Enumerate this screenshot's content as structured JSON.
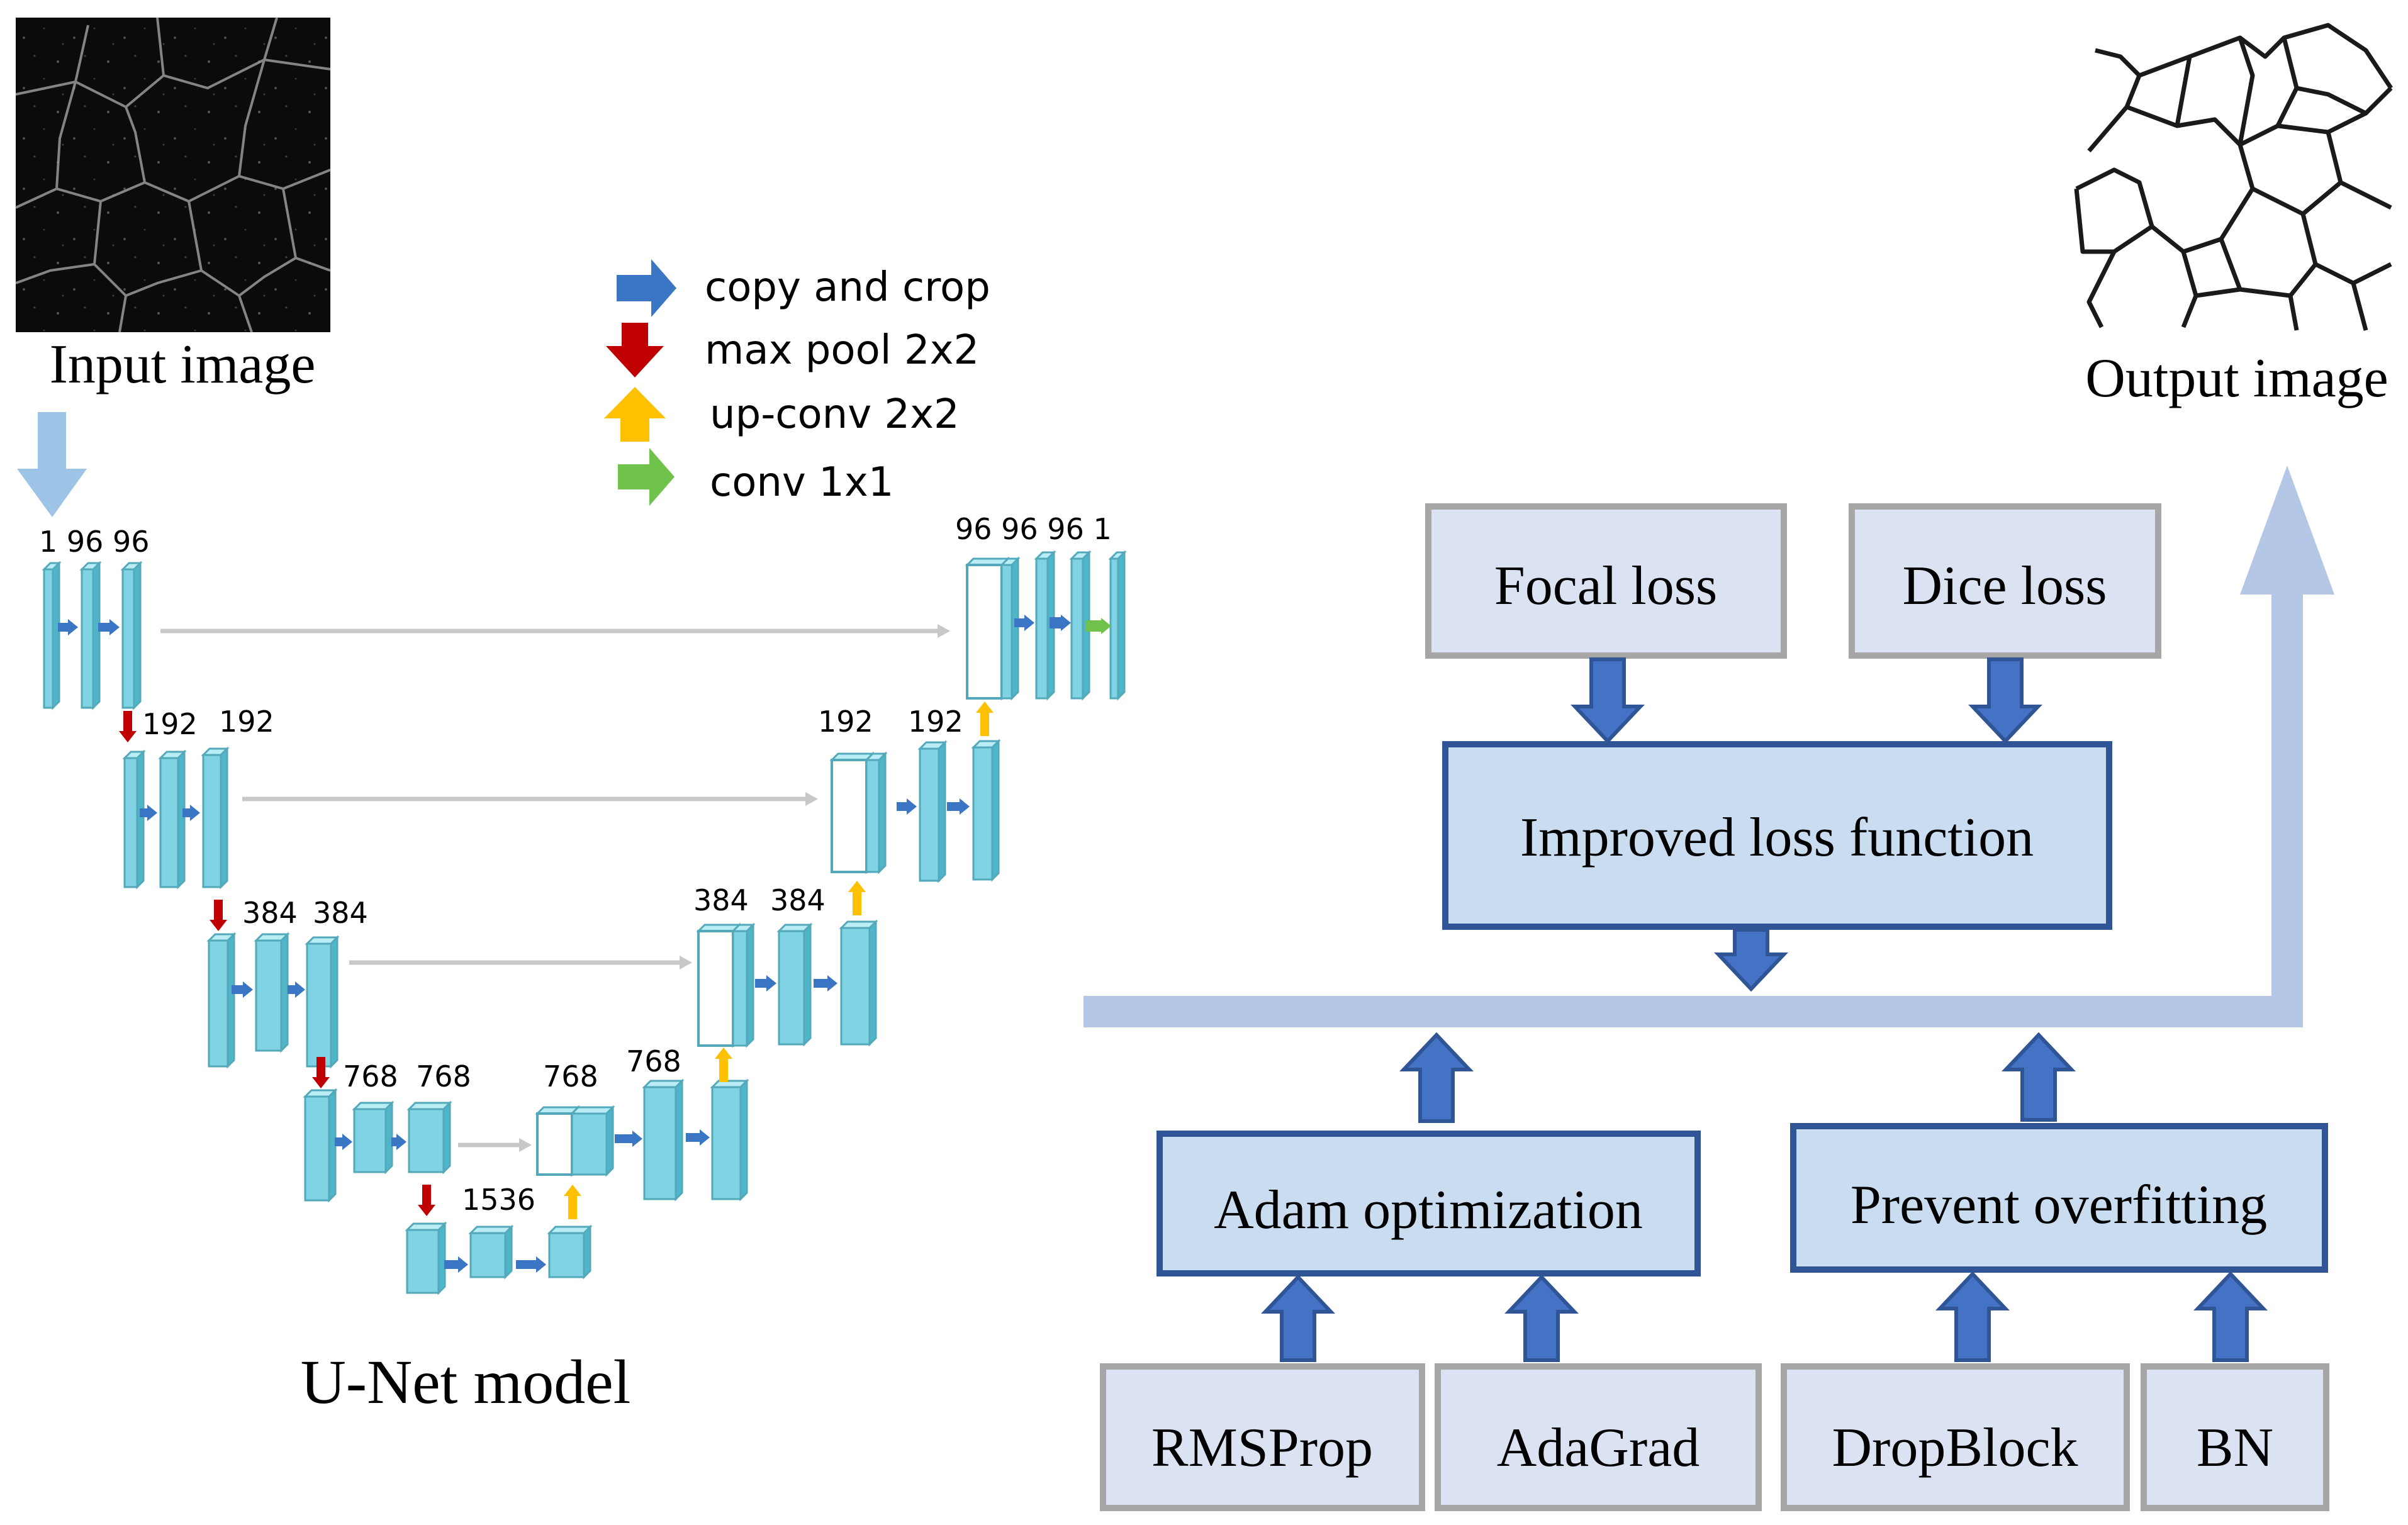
{
  "images": {
    "input_label": "Input image",
    "output_label": "Output image"
  },
  "legend": [
    {
      "label": "copy and crop",
      "color": "#3a76c4"
    },
    {
      "label": "max pool 2x2",
      "color": "#c00000"
    },
    {
      "label": "up-conv 2x2",
      "color": "#ffc000"
    },
    {
      "label": "conv 1x1",
      "color": "#70c34a"
    }
  ],
  "unet": {
    "title": "U-Net model",
    "channels": {
      "l1_left": "1 96 96",
      "l1_right": "96 96 96 1",
      "l2_left_a": "192",
      "l2_left_b": "192",
      "l2_right_a": "192",
      "l2_right_b": "192",
      "l3_left_a": "384",
      "l3_left_b": "384",
      "l3_right_a": "384",
      "l3_right_b": "384",
      "l4_left_a": "768",
      "l4_left_b": "768",
      "l4_right_a": "768",
      "l4_right_b": "768",
      "l5": "1536"
    }
  },
  "flow": {
    "focal_loss": "Focal loss",
    "dice_loss": "Dice loss",
    "improved_loss": "Improved loss function",
    "adam": "Adam optimization",
    "prevent_overfitting": "Prevent overfitting",
    "rmsprop": "RMSProp",
    "adagrad": "AdaGrad",
    "dropblock": "DropBlock",
    "bn": "BN"
  },
  "colors": {
    "box_grey_fill": "#dbe3f3",
    "box_grey_border": "#a6a6a6",
    "box_blue_fill": "#c9dcf0",
    "box_blue_border": "#2f5597",
    "flow_arrow": "#4472c4",
    "main_path": "#b4c7e7",
    "tile": "#7fd3e3"
  }
}
